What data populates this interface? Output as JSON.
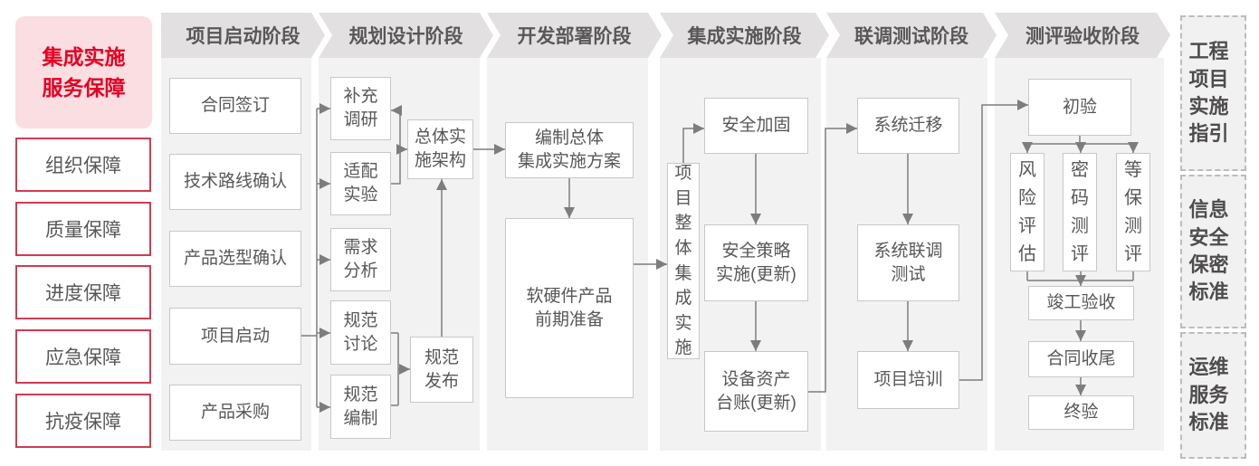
{
  "sidebar": {
    "title": "集成实施\n服务保障",
    "items": [
      "组织保障",
      "质量保障",
      "进度保障",
      "应急保障",
      "抗疫保障"
    ]
  },
  "phases": [
    {
      "header": "项目启动阶段",
      "boxes": [
        "合同签订",
        "技术路线确认",
        "产品选型确认",
        "项目启动",
        "产品采购"
      ]
    },
    {
      "header": "规划设计阶段",
      "boxes": [
        "补充\n调研",
        "适配\n实验",
        "需求\n分析",
        "规范\n讨论",
        "规范\n编制",
        "总体实\n施架构",
        "规范\n发布"
      ]
    },
    {
      "header": "开发部署阶段",
      "boxes": [
        "编制总体\n集成实施方案",
        "软硬件产品\n前期准备"
      ]
    },
    {
      "header": "集成实施阶段",
      "boxes": [
        "项目整体集成实施",
        "安全加固",
        "安全策略\n实施(更新)",
        "设备资产\n台账(更新)"
      ]
    },
    {
      "header": "联调测试阶段",
      "boxes": [
        "系统迁移",
        "系统联调\n测试",
        "项目培训"
      ]
    },
    {
      "header": "测评验收阶段",
      "boxes": [
        "初验",
        "风险评估",
        "密码测评",
        "等保测评",
        "竣工验收",
        "合同收尾",
        "终验"
      ]
    }
  ],
  "right_panel": {
    "items": [
      {
        "label": "工程项目实施指引",
        "rows": [
          "工程",
          "项目",
          "实施",
          "指引"
        ]
      },
      {
        "label": "信息安全保密标准",
        "rows": [
          "信息",
          "安全",
          "保密",
          "标准"
        ]
      },
      {
        "label": "运维服务标准",
        "rows": [
          "运维",
          "服务",
          "标准"
        ]
      }
    ]
  },
  "colors": {
    "accent_red": "#e60023",
    "sidebar_border_red": "#cf3b55",
    "sidebar_pink_bg": "#fadee1",
    "header_bg": "#e2e0e0",
    "panel_bg": "#f3f2f2",
    "box_border": "#c9c8c8",
    "text_gray": "#595757",
    "connector_gray": "#7e7c7c"
  }
}
